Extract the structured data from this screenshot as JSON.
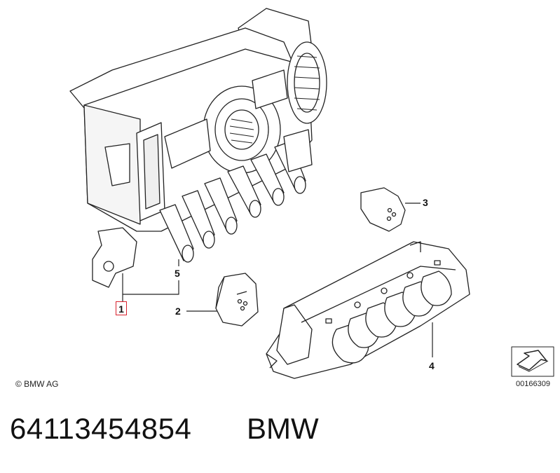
{
  "callouts": {
    "c1": "1",
    "c2": "2",
    "c3": "3",
    "c4": "4",
    "c5": "5"
  },
  "copyright": "© BMW AG",
  "doc_number": "00166309",
  "part_number": "64113454854",
  "brand": "BMW",
  "colors": {
    "highlight": "#d9232e",
    "line": "#222222",
    "fill": "#ffffff"
  }
}
